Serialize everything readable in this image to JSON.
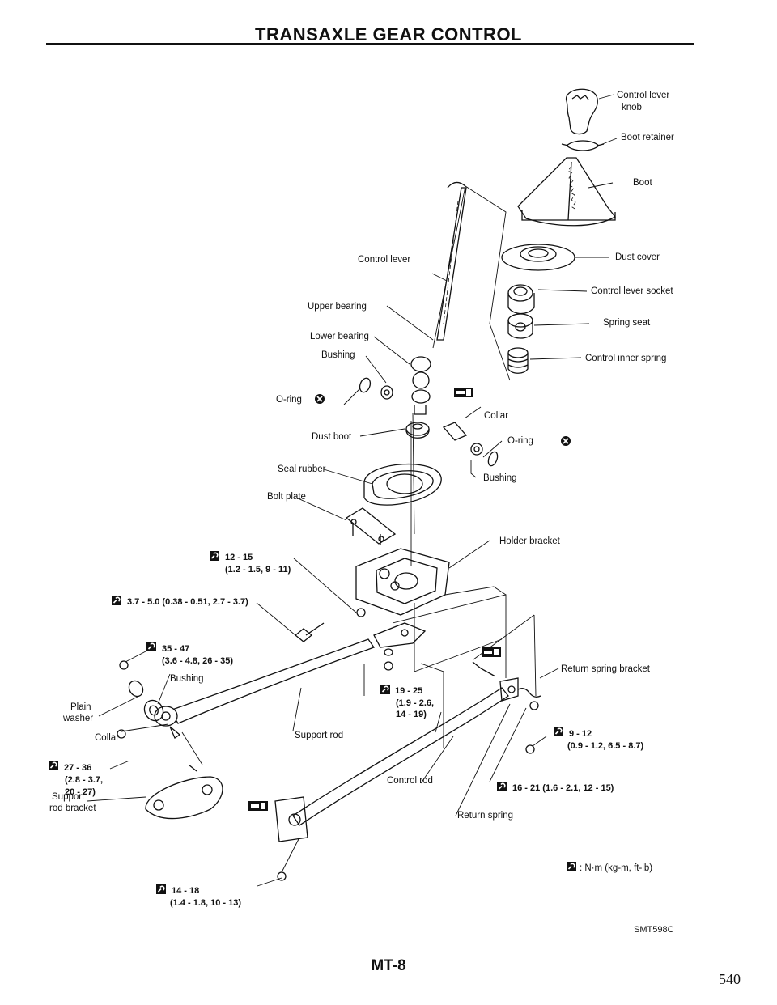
{
  "title": "TRANSAXLE GEAR CONTROL",
  "labels": {
    "control_lever_knob": [
      "Control lever",
      "knob"
    ],
    "boot_retainer": "Boot retainer",
    "boot": "Boot",
    "control_lever": "Control lever",
    "dust_cover": "Dust cover",
    "control_lever_socket": "Control lever socket",
    "upper_bearing": "Upper bearing",
    "spring_seat": "Spring seat",
    "lower_bearing": "Lower bearing",
    "control_inner_spring": "Control inner spring",
    "bushing_upper": "Bushing",
    "o_ring_left": "O-ring",
    "collar_upper": "Collar",
    "dust_boot": "Dust boot",
    "o_ring_right": "O-ring",
    "seal_rubber": "Seal rubber",
    "bushing_right": "Bushing",
    "bolt_plate": "Bolt plate",
    "holder_bracket": "Holder bracket",
    "bushing_left": "Bushing",
    "return_spring_bracket": "Return spring bracket",
    "plain_washer": [
      "Plain",
      "washer"
    ],
    "collar_left": "Collar",
    "support_rod": "Support rod",
    "control_rod": "Control rod",
    "return_spring": "Return spring",
    "support_rod_bracket": [
      "Support",
      "rod bracket"
    ]
  },
  "torques": {
    "t1": [
      "12 - 15",
      "(1.2 - 1.5, 9 - 11)"
    ],
    "t2": [
      "3.7 - 5.0 (0.38 - 0.51, 2.7 - 3.7)"
    ],
    "t3": [
      "35 - 47",
      "(3.6 - 4.8, 26 - 35)"
    ],
    "t4": [
      "19 - 25",
      "(1.9 - 2.6,",
      "14 - 19)"
    ],
    "t5": [
      "27 - 36",
      "(2.8 - 3.7,",
      "20 - 27)"
    ],
    "t6": [
      "9 - 12",
      "(0.9 - 1.2, 6.5 - 8.7)"
    ],
    "t7": [
      "16 - 21 (1.6 - 2.1, 12 - 15)"
    ],
    "t8": [
      "14 - 18",
      "(1.4 - 1.8, 10 - 13)"
    ]
  },
  "legend": ": N·m (kg-m, ft-lb)",
  "figure_code": "SMT598C",
  "footer": "MT-8",
  "page_number": "540",
  "colors": {
    "ink": "#111111",
    "paper": "#ffffff"
  },
  "icons": [
    "torque-wrench-icon",
    "replace-part-icon",
    "grease-icon"
  ]
}
